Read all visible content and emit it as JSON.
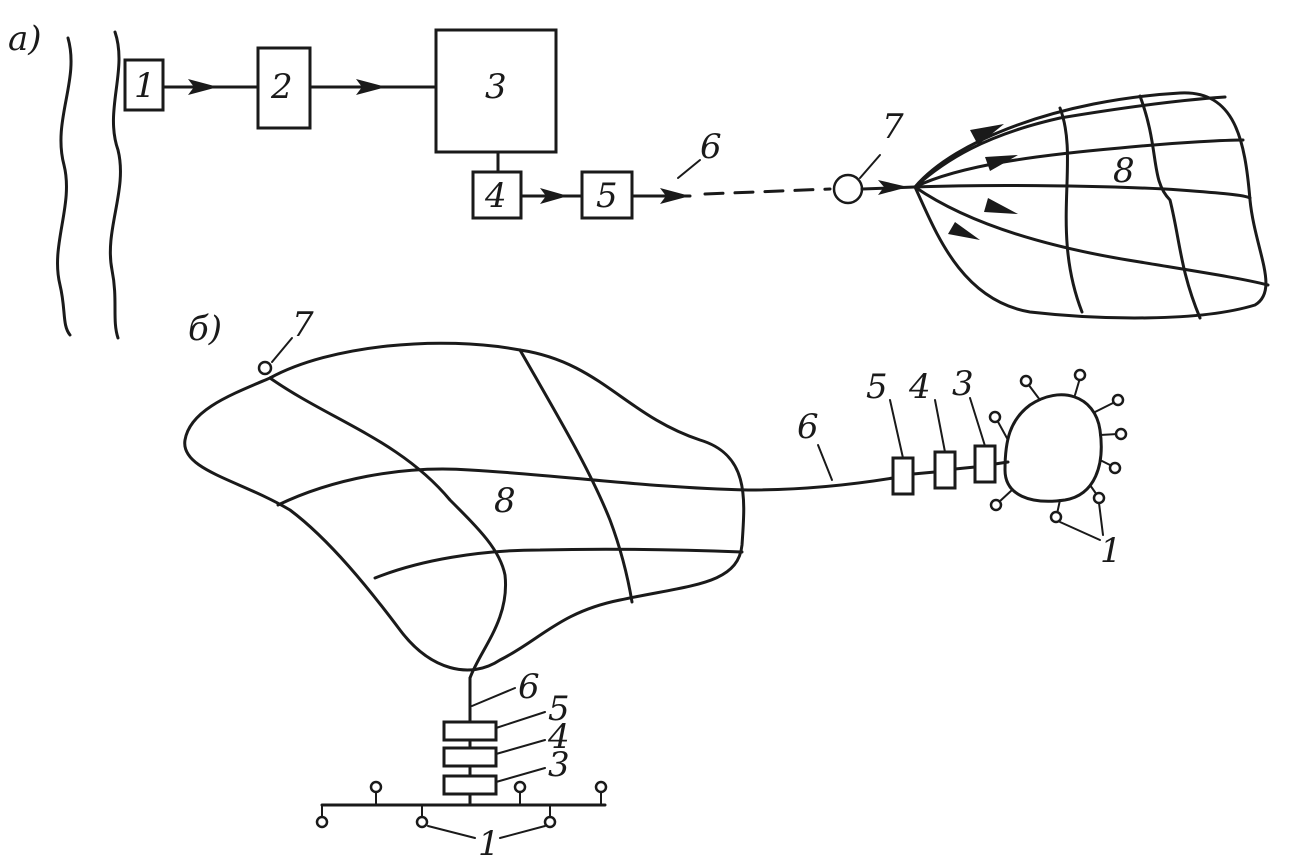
{
  "panel_a": {
    "label": "а)",
    "block_1": "1",
    "block_2": "2",
    "block_3": "3",
    "block_4": "4",
    "block_5": "5",
    "line_6": "6",
    "node_7": "7",
    "network_8": "8"
  },
  "panel_b": {
    "label": "б)",
    "node_7": "7",
    "network_8": "8",
    "right_line_6": "6",
    "right_5": "5",
    "right_4": "4",
    "right_3": "3",
    "right_1": "1",
    "bottom_6": "6",
    "bottom_5": "5",
    "bottom_4": "4",
    "bottom_3": "3",
    "bottom_1": "1"
  }
}
